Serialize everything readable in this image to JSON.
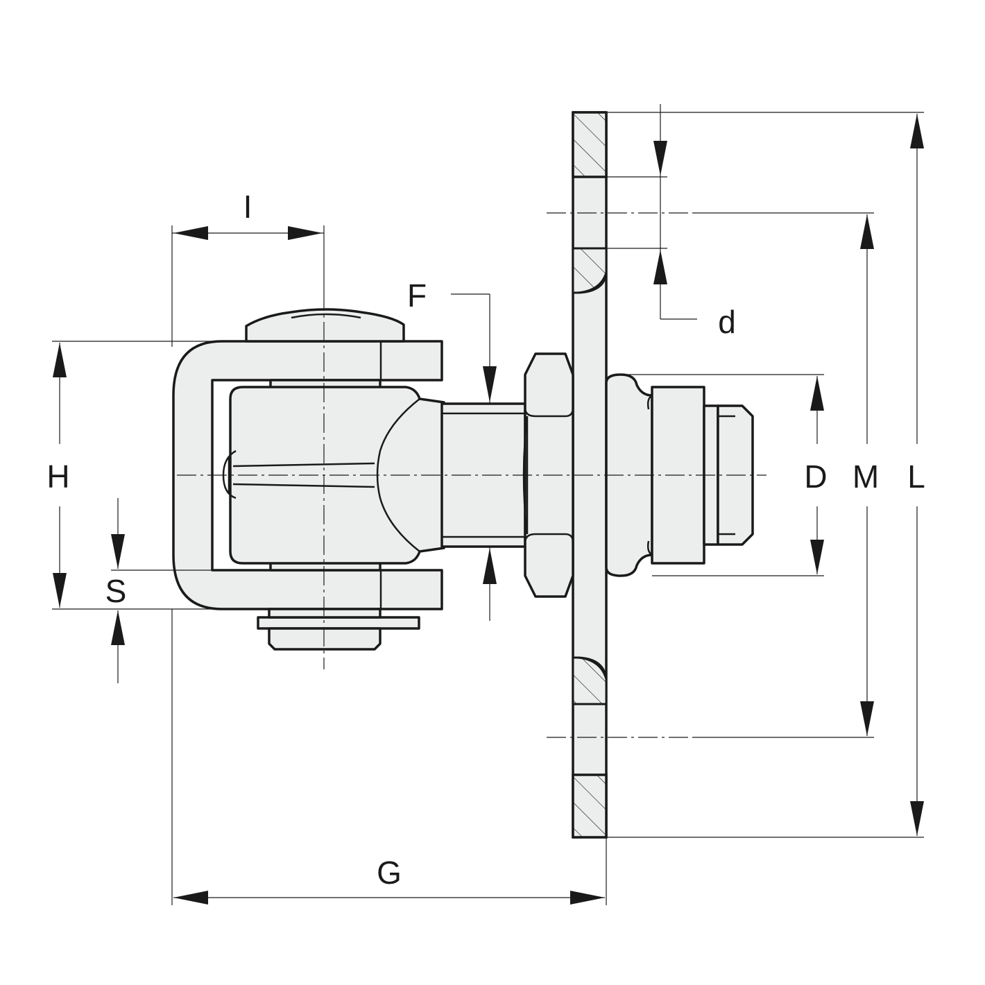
{
  "labels": {
    "I": "I",
    "F": "F",
    "d": "d",
    "H": "H",
    "S": "S",
    "D": "D",
    "M": "M",
    "L": "L",
    "G": "G"
  },
  "colors": {
    "line": "#1a1a1a",
    "part_fill": "#eceeee",
    "background": "#ffffff"
  }
}
